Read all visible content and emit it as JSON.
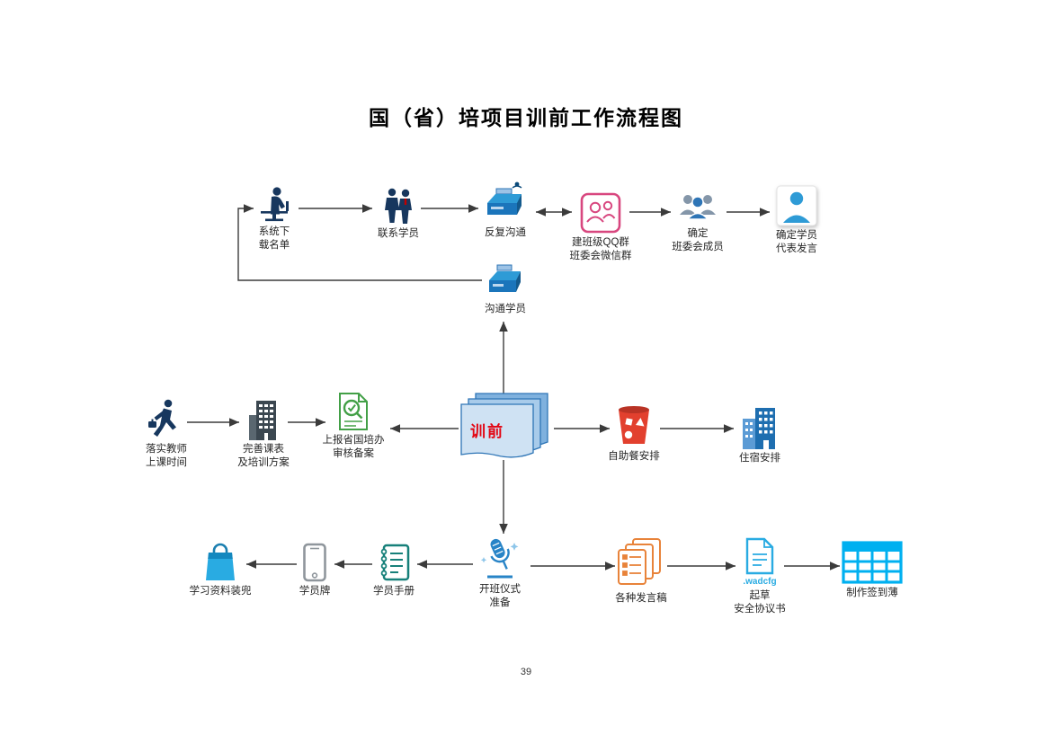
{
  "page": {
    "title": "国（省）培项目训前工作流程图",
    "page_number": "39"
  },
  "center": {
    "label": "训前"
  },
  "palette": {
    "navy": "#17375e",
    "blue": "#2e75b6",
    "light_blue": "#29abe2",
    "pink": "#d8477f",
    "green": "#43a047",
    "red": "#e2402e",
    "orange": "#e8833a",
    "teal": "#17807a",
    "cyan": "#00b0f0",
    "gray": "#8f969c",
    "label_text": "#262626",
    "center_text": "#e30613"
  },
  "nodes": {
    "system_download": {
      "lines": [
        "系统下",
        "载名单"
      ]
    },
    "contact_students": {
      "lines": [
        "联系学员"
      ]
    },
    "repeated_communication": {
      "lines": [
        "反复沟通"
      ]
    },
    "qq_group": {
      "lines": [
        "建班级QQ群",
        "班委会微信群"
      ]
    },
    "committee_members": {
      "lines": [
        "确定",
        "班委会成员"
      ]
    },
    "student_rep_speech": {
      "lines": [
        "确定学员",
        "代表发言"
      ]
    },
    "communicate_students": {
      "lines": [
        "沟通学员"
      ]
    },
    "teacher_schedule": {
      "lines": [
        "落实教师",
        "上课时间"
      ]
    },
    "course_plan": {
      "lines": [
        "完善课表",
        "及培训方案"
      ]
    },
    "report_review": {
      "lines": [
        "上报省国培办",
        "审核备案"
      ]
    },
    "buffet": {
      "lines": [
        "自助餐安排"
      ]
    },
    "accommodation": {
      "lines": [
        "住宿安排"
      ]
    },
    "materials_bag": {
      "lines": [
        "学习资料装兜"
      ]
    },
    "student_badge": {
      "lines": [
        "学员牌"
      ]
    },
    "student_handbook": {
      "lines": [
        "学员手册"
      ]
    },
    "opening_ceremony": {
      "lines": [
        "开班仪式",
        "准备"
      ]
    },
    "speech_drafts": {
      "lines": [
        "各种发言稿"
      ]
    },
    "safety_agreement": {
      "icon_text": ".wadcfg",
      "lines": [
        "起草",
        "安全协议书"
      ]
    },
    "sign_in_book": {
      "lines": [
        "制作签到薄"
      ]
    }
  }
}
